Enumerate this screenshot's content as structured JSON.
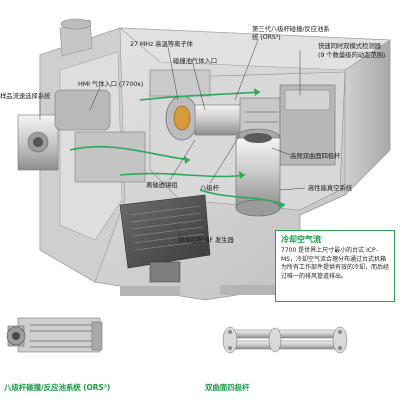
{
  "labels": {
    "ion_source_27mhz": "27 MHz 高温等离子体",
    "third_gen_octopole": "第三代八级杆碰撞/反应池系统 (ORS³)",
    "fast_detector": "快速同时双模式检测器",
    "detector_note": "(9 个数量级的动态范围)",
    "collision_gas_inlet": "碰撞池气体入口",
    "sample_intro": "样品流速选择系统",
    "hmi_gas_inlet": "HMI 气体入口 (7700x)",
    "hyperbolic_quad": "高频双曲面四极杆",
    "off_axis_lens": "离轴透镜组",
    "octopole": "八级杆",
    "high_vacuum": "高性能真空系统",
    "rf_generator": "频率匹配 RF 发生器",
    "bottom_left_caption": "八级杆碰撞/反应池系统 (ORS³)",
    "bottom_right_caption": "双曲面四极杆"
  },
  "callout": {
    "title": "冷却空气流",
    "body": "7700 是世界上尺寸最小的台式 ICP-MS，冷却空气流合理分布通过台式机箱为所有工作部件提供有效的冷却，而后经过唯一的排风管道排出。"
  },
  "colors": {
    "accent_green": "#2aa24f",
    "leader_line": "#3a3a3a",
    "cooling_arrow": "#2fa85a"
  }
}
